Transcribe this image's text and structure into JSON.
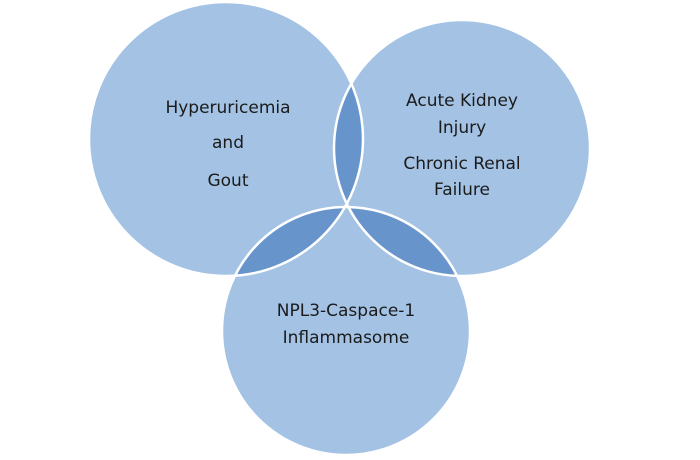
{
  "circles": [
    {
      "id": "hyperuricemia",
      "lines": [
        "Hyperuricemia",
        "and",
        "Gout"
      ]
    },
    {
      "id": "kidney",
      "lines": [
        "Acute Kidney",
        "Injury",
        "Chronic Renal",
        "Failure"
      ]
    },
    {
      "id": "inflammasome",
      "lines": [
        "NPL3-Caspace-1",
        "Inflammasome"
      ]
    }
  ],
  "colors": {
    "fill": "#a3c2e4",
    "outline": "#ffffff",
    "text": "#1b1b1b"
  }
}
